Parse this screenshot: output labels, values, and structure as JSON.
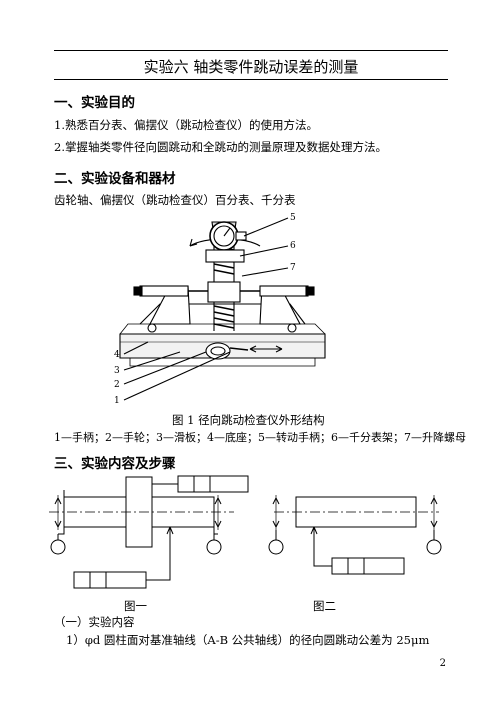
{
  "title": "实验六  轴类零件跳动误差的测量",
  "section1": {
    "heading": "一、实验目的",
    "items": [
      "1.熟悉百分表、偏摆仪（跳动检查仪）的使用方法。",
      "2.掌握轴类零件径向圆跳动和全跳动的测量原理及数据处理方法。"
    ]
  },
  "section2": {
    "heading": "二、实验设备和器材",
    "text": "齿轮轴、偏摆仪（跳动检查仪）百分表、千分表"
  },
  "figure1": {
    "callouts": [
      "5",
      "6",
      "7",
      "4",
      "3",
      "2",
      "1"
    ],
    "caption": "图 1    径向跳动检查仪外形结构",
    "legend": "1—手柄；2—手轮；3—滑板；4—底座；5—转动手柄；6—千分表架；7—升降螺母"
  },
  "section3": {
    "heading": "三、实验内容及步骤",
    "fig_left_caption": "图一",
    "fig_right_caption": "图二",
    "subheading": "（一）实验内容",
    "item1": "1）φd 圆柱面对基准轴线（A-B 公共轴线）的径向圆跳动公差为 25μm"
  },
  "page_number": "2"
}
